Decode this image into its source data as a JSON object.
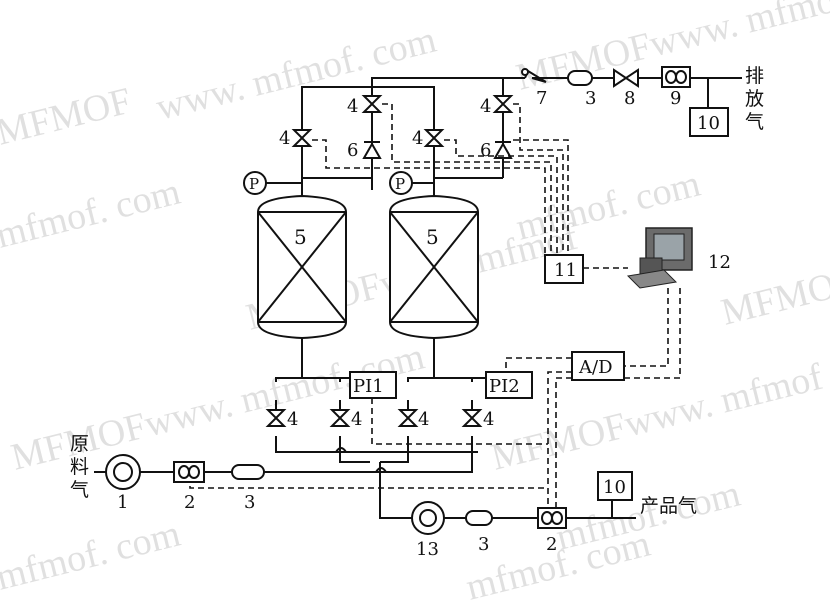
{
  "labels": {
    "feed_gas": [
      "原",
      "料",
      "气"
    ],
    "vent_gas": [
      "排",
      "放",
      "气"
    ],
    "product_gas": "产品气",
    "pi1": "PI1",
    "pi2": "PI2",
    "ad": "A/D",
    "controller": "11",
    "computer": "12",
    "compressor": "1",
    "flowmeter": "2",
    "filter": "3",
    "valve": "4",
    "adsorber": "5",
    "check_valve": "6",
    "relief_valve": "7",
    "needle_valve": "8",
    "mass_flow_controller": "9",
    "analyzer": "10",
    "vacuum_pump": "13",
    "pressure_gauge": "P"
  },
  "watermark": {
    "text_a": "MFMOFwww. mfmof. com",
    "text_b": "www. mfmof. com",
    "text_c": "mfmof. com",
    "text_d": "MFMOF",
    "text_e": "MFMOFwww. mfmof",
    "text_f": "MFMOFwww. mfmof. com"
  },
  "colors": {
    "line": "#111111",
    "watermark": "#c8c8c8"
  }
}
